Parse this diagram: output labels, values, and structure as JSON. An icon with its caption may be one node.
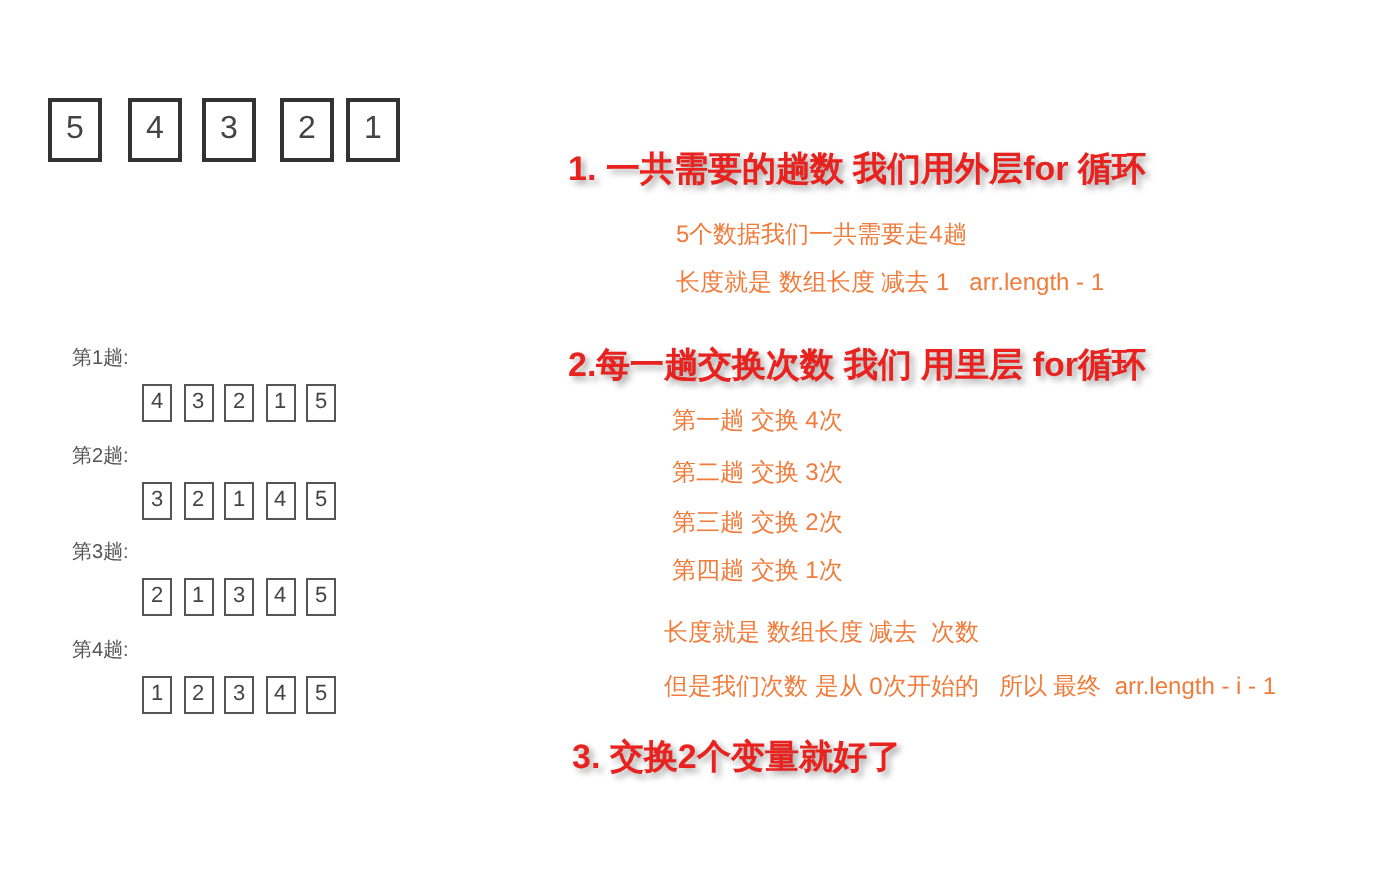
{
  "diagram": {
    "nodes": [
      {
        "text": [
          "5"
        ]
      },
      {
        "text": [
          "4"
        ]
      },
      {
        "text": [
          "3"
        ]
      },
      {
        "text": [
          "2"
        ]
      },
      {
        "text": [
          "1"
        ]
      },
      {
        "text": [
          "4"
        ]
      },
      {
        "text": [
          "3"
        ]
      },
      {
        "text": [
          "2"
        ]
      },
      {
        "text": [
          "1"
        ]
      },
      {
        "text": [
          "5"
        ]
      },
      {
        "text": [
          "3"
        ]
      },
      {
        "text": [
          "2"
        ]
      },
      {
        "text": [
          "1"
        ]
      },
      {
        "text": [
          "4"
        ]
      },
      {
        "text": [
          "5"
        ]
      },
      {
        "text": [
          "2"
        ]
      },
      {
        "text": [
          "1"
        ]
      },
      {
        "text": [
          "3"
        ]
      },
      {
        "text": [
          "4"
        ]
      },
      {
        "text": [
          "5"
        ]
      },
      {
        "text": [
          "1"
        ]
      },
      {
        "text": [
          "2"
        ]
      },
      {
        "text": [
          "3"
        ]
      },
      {
        "text": [
          "4"
        ]
      },
      {
        "text": [
          "5"
        ]
      }
    ],
    "labels": [
      "1. 一共需要的趟数 我们用外层for 循环",
      "5个数据我们一共需要走4趟",
      "长度就是 数组长度 减去 1   arr.length - 1",
      "2.每一趟交换次数 我们 用里层 for循环",
      "第一趟 交换 4次",
      "第二趟 交换 3次",
      "第三趟 交换 2次",
      "第四趟 交换 1次",
      "长度就是 数组长度 减去  次数",
      "但是我们次数 是从 0次开始的   所以 最终  arr.length - i - 1",
      "3. 交换2个变量就好了",
      "第1趟:",
      "第2趟:",
      "第3趟:",
      "第4趟:"
    ]
  }
}
